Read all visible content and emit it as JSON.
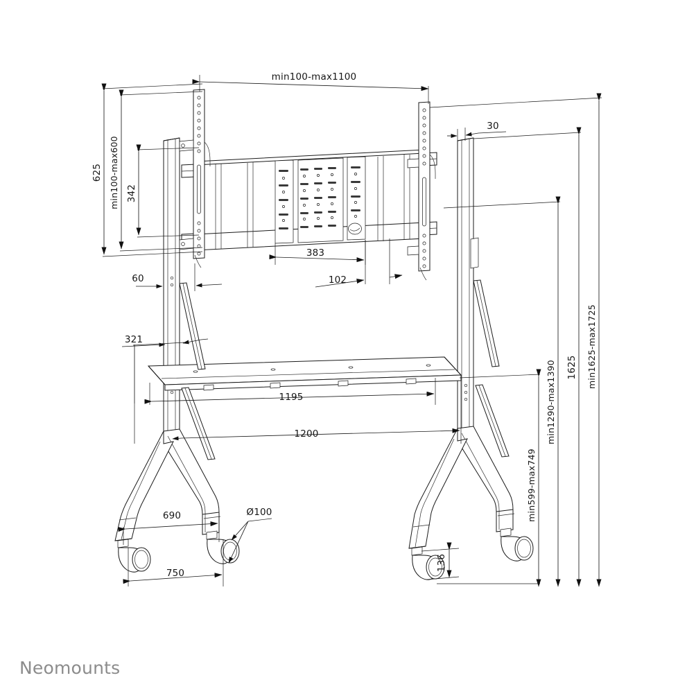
{
  "document": {
    "type": "technical-dimension-drawing",
    "subject": "Mobile display floor stand / trolley with VESA mount, shelf and casters",
    "background_color": "#ffffff",
    "line_color": "#1a1a1a"
  },
  "brand": {
    "logo_text": "Neomounts",
    "logo_color": "#8c8c8c"
  },
  "dimensions": {
    "top_width": {
      "label": "min100-max1100",
      "orientation": "horizontal",
      "location": "top of VESA bracket rails"
    },
    "left_outer_height": {
      "label": "625",
      "orientation": "vertical",
      "location": "far left, full bracket height"
    },
    "left_mid_height": {
      "label": "min100-max600",
      "orientation": "vertical",
      "location": "left, VESA vertical range"
    },
    "left_inner_height": {
      "label": "342",
      "orientation": "vertical",
      "location": "left, inner bracket height"
    },
    "column_offset": {
      "label": "60",
      "orientation": "horizontal",
      "location": "left column offset"
    },
    "shelf_drop": {
      "label": "321",
      "orientation": "horizontal",
      "location": "left, shelf bracket offset"
    },
    "plate_width_inner": {
      "label": "383",
      "orientation": "horizontal",
      "location": "center VESA plate"
    },
    "plate_width_small": {
      "label": "102",
      "orientation": "horizontal",
      "location": "center VESA plate lower"
    },
    "post_thickness": {
      "label": "30",
      "orientation": "horizontal",
      "location": "top right, column thickness"
    },
    "shelf_width": {
      "label": "1195",
      "orientation": "horizontal",
      "location": "shelf width"
    },
    "frame_width": {
      "label": "1200",
      "orientation": "horizontal",
      "location": "frame overall width"
    },
    "caster_spacing_inner": {
      "label": "690",
      "orientation": "horizontal",
      "location": "bottom left, inner caster span"
    },
    "caster_diameter": {
      "label": "Ø100",
      "orientation": "leader",
      "location": "bottom, caster wheel diameter"
    },
    "base_width": {
      "label": "750",
      "orientation": "horizontal",
      "location": "bottom left, base footprint"
    },
    "caster_height": {
      "label": "136",
      "orientation": "vertical",
      "location": "bottom right, caster height"
    },
    "right_h1": {
      "label": "min599-max749",
      "orientation": "vertical",
      "location": "right, shelf height range"
    },
    "right_h2": {
      "label": "min1290-max1390",
      "orientation": "vertical",
      "location": "right, display centre height range"
    },
    "right_h3": {
      "label": "1625",
      "orientation": "vertical",
      "location": "right, column height"
    },
    "right_h4": {
      "label": "min1625-max1725",
      "orientation": "vertical",
      "location": "right, overall max height range"
    }
  }
}
